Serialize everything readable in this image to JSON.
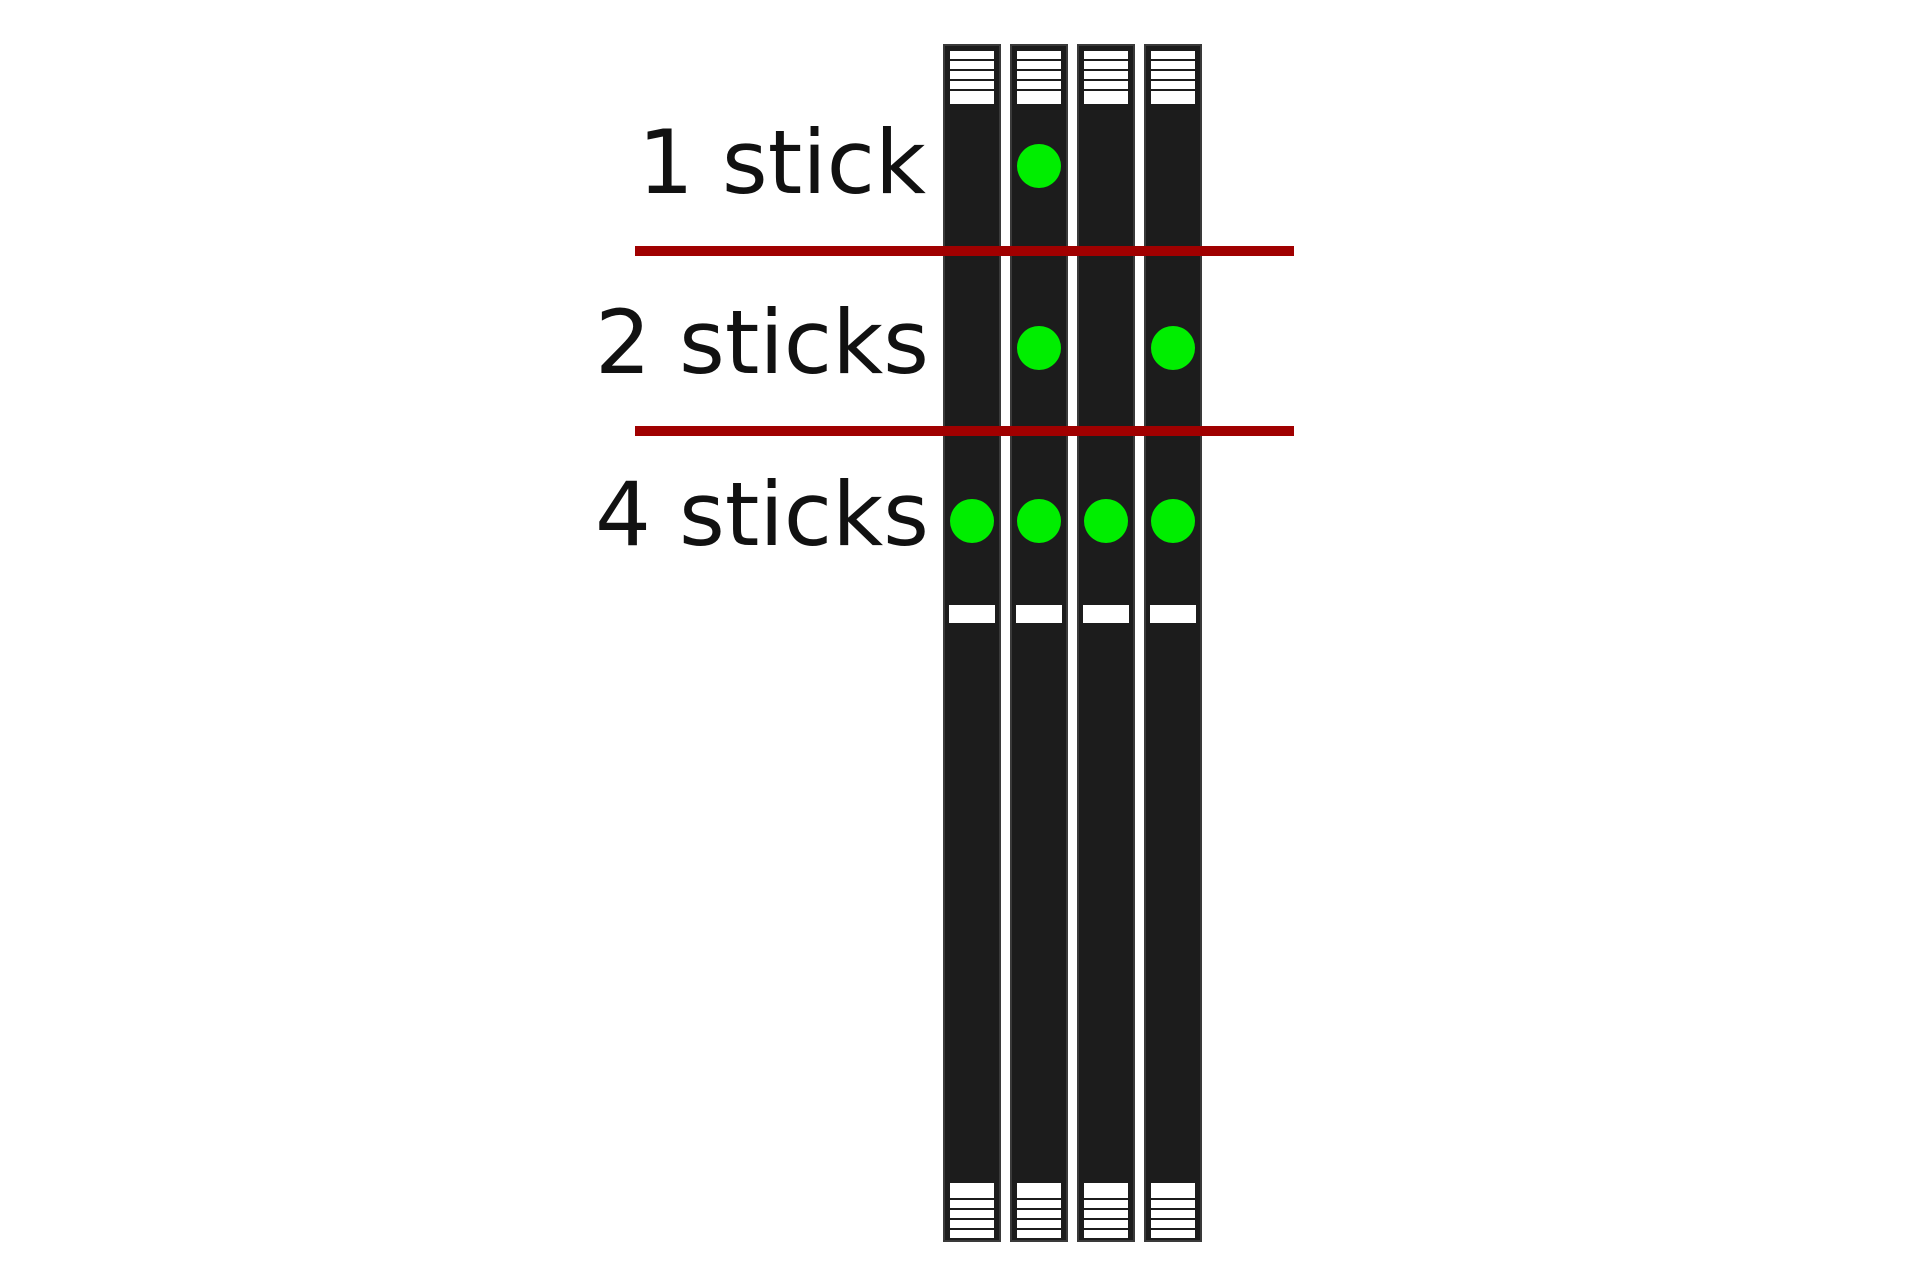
{
  "rows": [
    {
      "label": "1 stick",
      "populated_slots": [
        2
      ]
    },
    {
      "label": "2 sticks",
      "populated_slots": [
        2,
        4
      ]
    },
    {
      "label": "4 sticks",
      "populated_slots": [
        1,
        2,
        3,
        4
      ]
    }
  ],
  "slot_count": 4,
  "colors": {
    "slot": "#1c1c1c",
    "slot_border": "#3a3a3a",
    "populated": "#00ee00",
    "divider": "#a00000",
    "contacts": "#ffffff"
  }
}
